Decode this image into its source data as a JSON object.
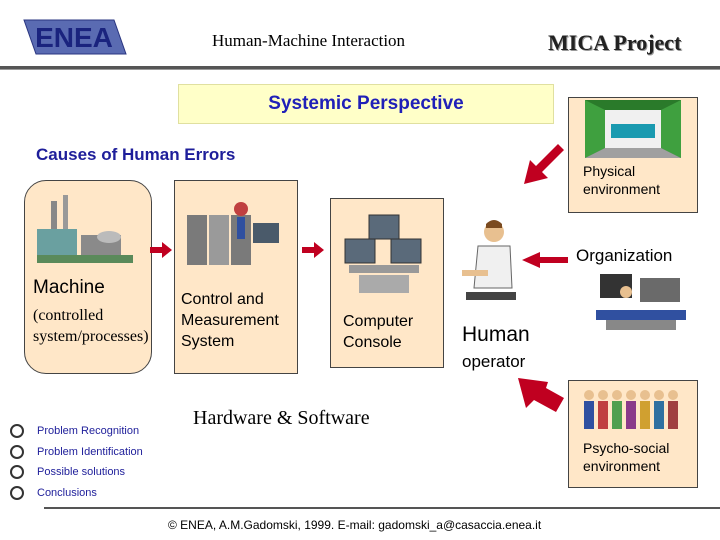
{
  "header": {
    "logo_text": "ENEA",
    "title": "Human-Machine Interaction",
    "project": "MICA Project"
  },
  "banner": {
    "text": "Systemic Perspective"
  },
  "causes": "Causes  of  Human Errors",
  "machine": {
    "title": "Machine",
    "subtitle": "(controlled system/processes)"
  },
  "cms": {
    "label": "Control and Measurement System"
  },
  "console": {
    "label": "Computer Console"
  },
  "human": {
    "title": "Human",
    "subtitle": "operator"
  },
  "physical": {
    "label": "Physical environment"
  },
  "organization": {
    "label": "Organization"
  },
  "psycho": {
    "label": "Psycho-social environment"
  },
  "hw_sw": "Hardware & Software",
  "bullets": [
    "Problem Recognition",
    "Problem Identification",
    "Possible solutions",
    "Conclusions"
  ],
  "footer": "© ENEA, A.M.Gadomski, 1999. E-mail: gadomski_a@casaccia.enea.it",
  "colors": {
    "accent": "#1e1e9a",
    "box_fill": "#ffe7c8",
    "banner_fill": "#ffffc8",
    "arrow": "#c00020"
  }
}
